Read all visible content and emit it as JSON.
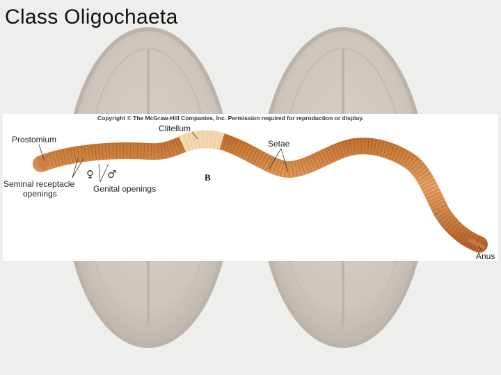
{
  "slide": {
    "title": "Class Oligochaeta"
  },
  "figure": {
    "copyright": "Copyright © The McGraw-Hill Companies, Inc. Permission required for reproduction or display.",
    "panel_letter": "B",
    "labels": {
      "prostomium": "Prostomium",
      "clitellum": "Clitellum",
      "setae": "Setae",
      "seminal_line1": "Seminal receptacle",
      "seminal_line2": "openings",
      "genital_openings": "Genital openings",
      "anus": "Anus",
      "female_symbol": "♀",
      "male_symbol": "♂"
    },
    "colors": {
      "worm_body": "#d98a4c",
      "worm_dark": "#a65a26",
      "clitellum": "#f4d8b0"
    }
  },
  "background": {
    "description_icon": "earthworm-cocoon-icon"
  }
}
